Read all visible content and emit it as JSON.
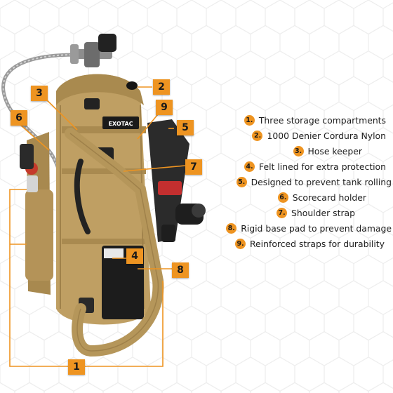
{
  "colors": {
    "badge": "#ee9421",
    "bag": "#bf9f63",
    "callout_line": "#ee9421"
  },
  "bag_label": "EXOTAC",
  "badges": [
    {
      "num": "1"
    },
    {
      "num": "2"
    },
    {
      "num": "3"
    },
    {
      "num": "4"
    },
    {
      "num": "5"
    },
    {
      "num": "6"
    },
    {
      "num": "7"
    },
    {
      "num": "8"
    },
    {
      "num": "9"
    }
  ],
  "legend": [
    {
      "num": "1",
      "text": "Three storage compartments"
    },
    {
      "num": "2",
      "text": "1000 Denier Cordura Nylon"
    },
    {
      "num": "3",
      "text": "Hose keeper"
    },
    {
      "num": "4",
      "text": "Felt lined for extra protection"
    },
    {
      "num": "5",
      "text": "Designed to prevent tank rolling"
    },
    {
      "num": "6",
      "text": "Scorecard holder"
    },
    {
      "num": "7",
      "text": "Shoulder strap"
    },
    {
      "num": "8",
      "text": "Rigid base pad to prevent damage"
    },
    {
      "num": "9",
      "text": "Reinforced straps for durability"
    }
  ]
}
